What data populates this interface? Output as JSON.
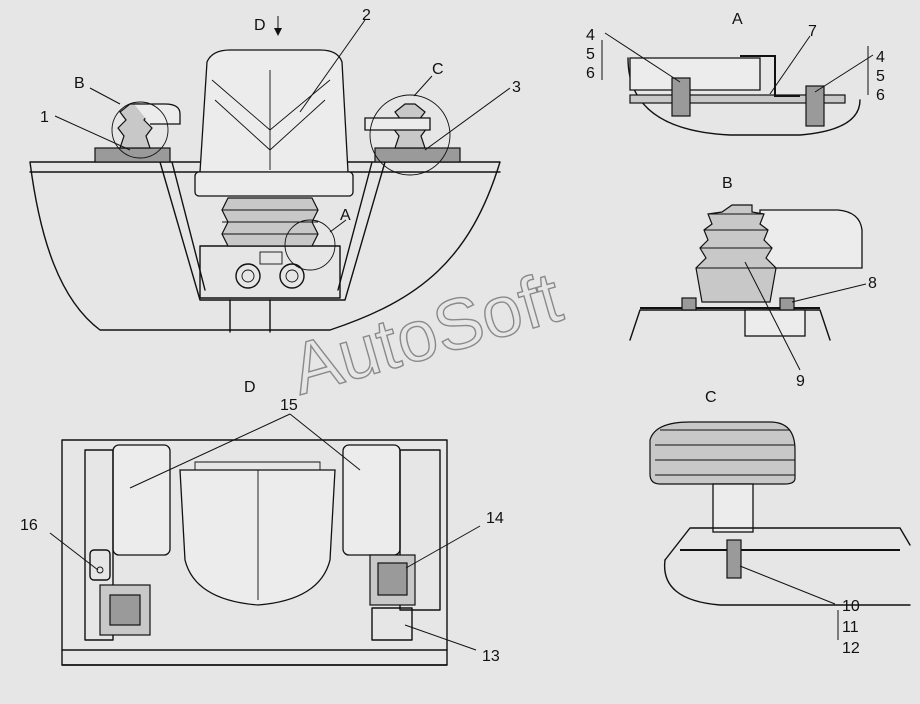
{
  "labels": {
    "n1": "1",
    "n2": "2",
    "n3": "3",
    "n4a": "4",
    "n5a": "5",
    "n6a": "6",
    "n4b": "4",
    "n5b": "5",
    "n6b": "6",
    "n7": "7",
    "n8": "8",
    "n9": "9",
    "n10": "10",
    "n11": "11",
    "n12": "12",
    "n13": "13",
    "n14": "14",
    "n15": "15",
    "n16": "16"
  },
  "views": {
    "A_top": "A",
    "A_main": "A",
    "B_main": "B",
    "B_detail": "B",
    "C_main": "C",
    "C_detail": "C",
    "D_arrow": "D",
    "D_view": "D"
  },
  "watermark": "AutoSoft",
  "colors": {
    "background": "#e6e6e6",
    "line": "#111111",
    "watermark": "#8a8a8a"
  }
}
